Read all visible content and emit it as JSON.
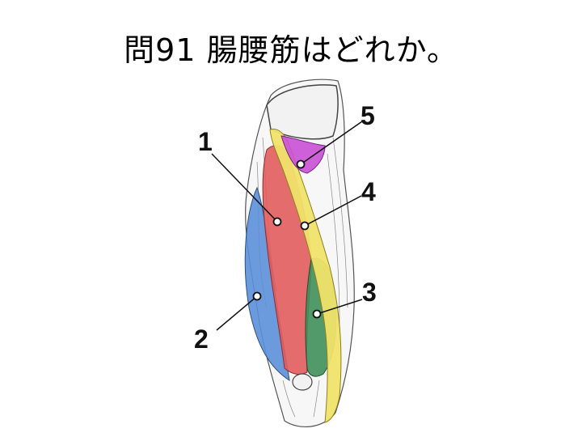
{
  "question": {
    "title": "問91 腸腰筋はどれか。"
  },
  "diagram": {
    "labels": [
      "1",
      "2",
      "3",
      "4",
      "5"
    ],
    "colors": {
      "muscle_1": "#e25c5c",
      "muscle_2": "#5b8fd9",
      "muscle_3": "#3f8f5a",
      "muscle_4": "#f0e36a",
      "muscle_5": "#c94fd6",
      "outline": "#444444",
      "bone": "#f2f2f2"
    }
  }
}
